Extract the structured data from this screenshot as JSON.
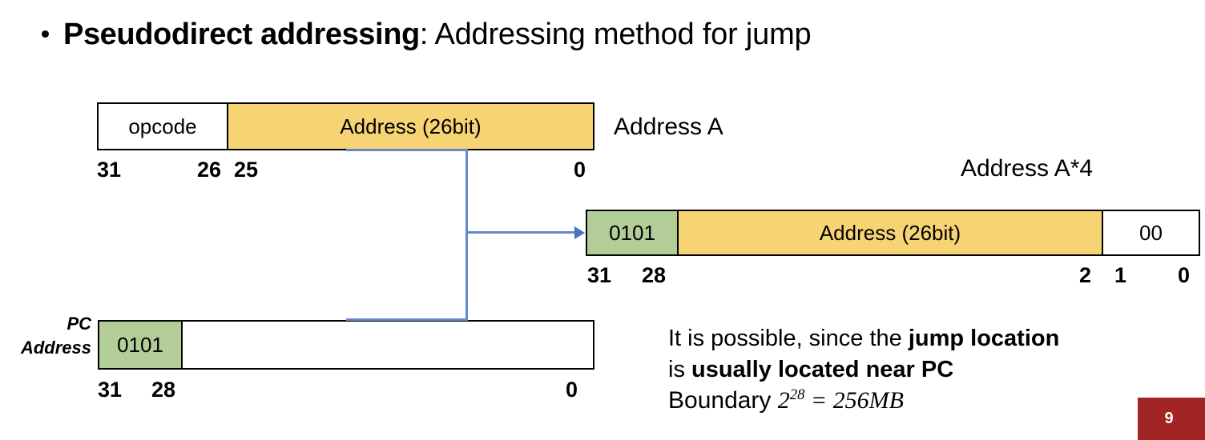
{
  "slide": {
    "title": {
      "bullet": "•",
      "strong": "Pseudodirect addressing",
      "rest": ": Addressing method for jump"
    },
    "page_number": "9",
    "colors": {
      "yellow_field": "#F6D474",
      "green_field": "#B2CD98",
      "connector_blue": "#6389CE",
      "badge_red": "#A02524"
    }
  },
  "instruction_row": {
    "caption": "Address A",
    "segments": [
      {
        "label": "opcode",
        "fill": "white"
      },
      {
        "label": "Address (26bit)",
        "fill": "yellow"
      }
    ],
    "bits": [
      "31",
      "26",
      "25",
      "0"
    ]
  },
  "target_row": {
    "caption": "Address A*4",
    "segments": [
      {
        "label": "0101",
        "fill": "green"
      },
      {
        "label": "Address (26bit)",
        "fill": "yellow"
      },
      {
        "label": "00",
        "fill": "white"
      }
    ],
    "bits": [
      "31",
      "28",
      "2",
      "1",
      "0"
    ]
  },
  "pc_row": {
    "label_line1": "PC",
    "label_line2": "Address",
    "segments": [
      {
        "label": "0101",
        "fill": "green"
      },
      {
        "label": "",
        "fill": "white"
      }
    ],
    "bits": [
      "31",
      "28",
      "0"
    ]
  },
  "note": {
    "line1_a": "It is possible, since the ",
    "line1_b": "jump location",
    "line2_a": "is ",
    "line2_b": "usually located near PC",
    "line3_prefix": "Boundary ",
    "line3_base": "2",
    "line3_exponent": "28",
    "line3_equals": " = ",
    "line3_value": "256MB"
  }
}
